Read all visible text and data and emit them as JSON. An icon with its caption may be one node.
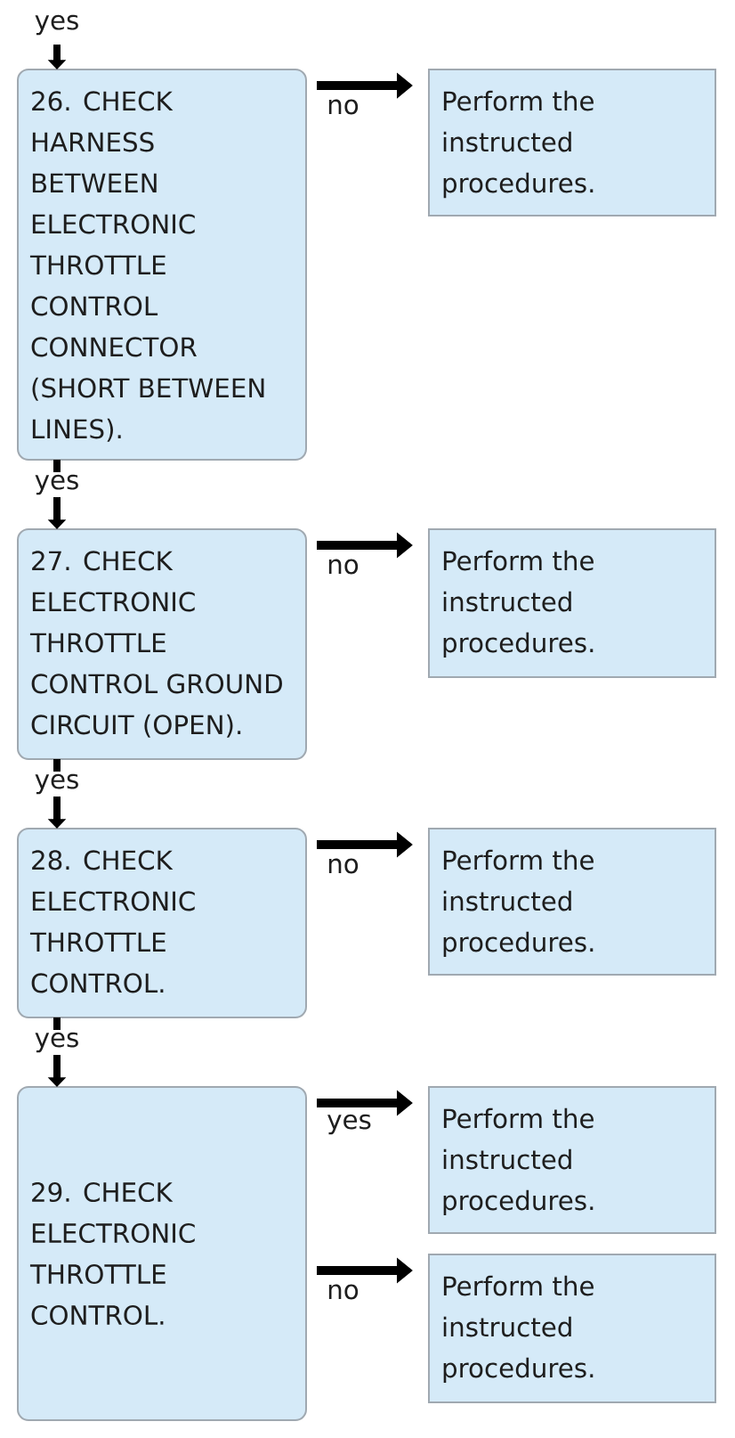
{
  "diagram": {
    "nodes": [
      {
        "text": [
          "26. CHECK HARNESS BETWEEN ELECTRONIC THROTTLE CONTROL CONNECTOR (SHORT BETWEEN LINES)."
        ]
      },
      {
        "text": [
          "Perform the instructed procedures."
        ]
      },
      {
        "text": [
          "27. CHECK ELECTRONIC THROTTLE CONTROL GROUND CIRCUIT (OPEN)."
        ]
      },
      {
        "text": [
          "Perform the instructed procedures."
        ]
      },
      {
        "text": [
          "28. CHECK ELECTRONIC THROTTLE CONTROL."
        ]
      },
      {
        "text": [
          "Perform the instructed procedures."
        ]
      },
      {
        "text": [
          "29. CHECK ELECTRONIC THROTTLE CONTROL."
        ]
      },
      {
        "text": [
          "Perform the instructed procedures."
        ]
      },
      {
        "text": [
          "Perform the instructed procedures."
        ]
      }
    ],
    "edges": [
      {
        "from": null,
        "to": 0,
        "arrow": "to",
        "label": "yes"
      },
      {
        "from": 0,
        "to": 1,
        "arrow": "to",
        "label": "no"
      },
      {
        "from": 0,
        "to": 2,
        "arrow": "to",
        "label": "yes"
      },
      {
        "from": 2,
        "to": 3,
        "arrow": "to",
        "label": "no"
      },
      {
        "from": 2,
        "to": 4,
        "arrow": "to",
        "label": "yes"
      },
      {
        "from": 4,
        "to": 5,
        "arrow": "to",
        "label": "no"
      },
      {
        "from": 4,
        "to": 6,
        "arrow": "to",
        "label": "yes"
      },
      {
        "from": 6,
        "to": 7,
        "arrow": "to",
        "label": "yes"
      },
      {
        "from": 6,
        "to": 8,
        "arrow": "to",
        "label": "no"
      }
    ]
  }
}
